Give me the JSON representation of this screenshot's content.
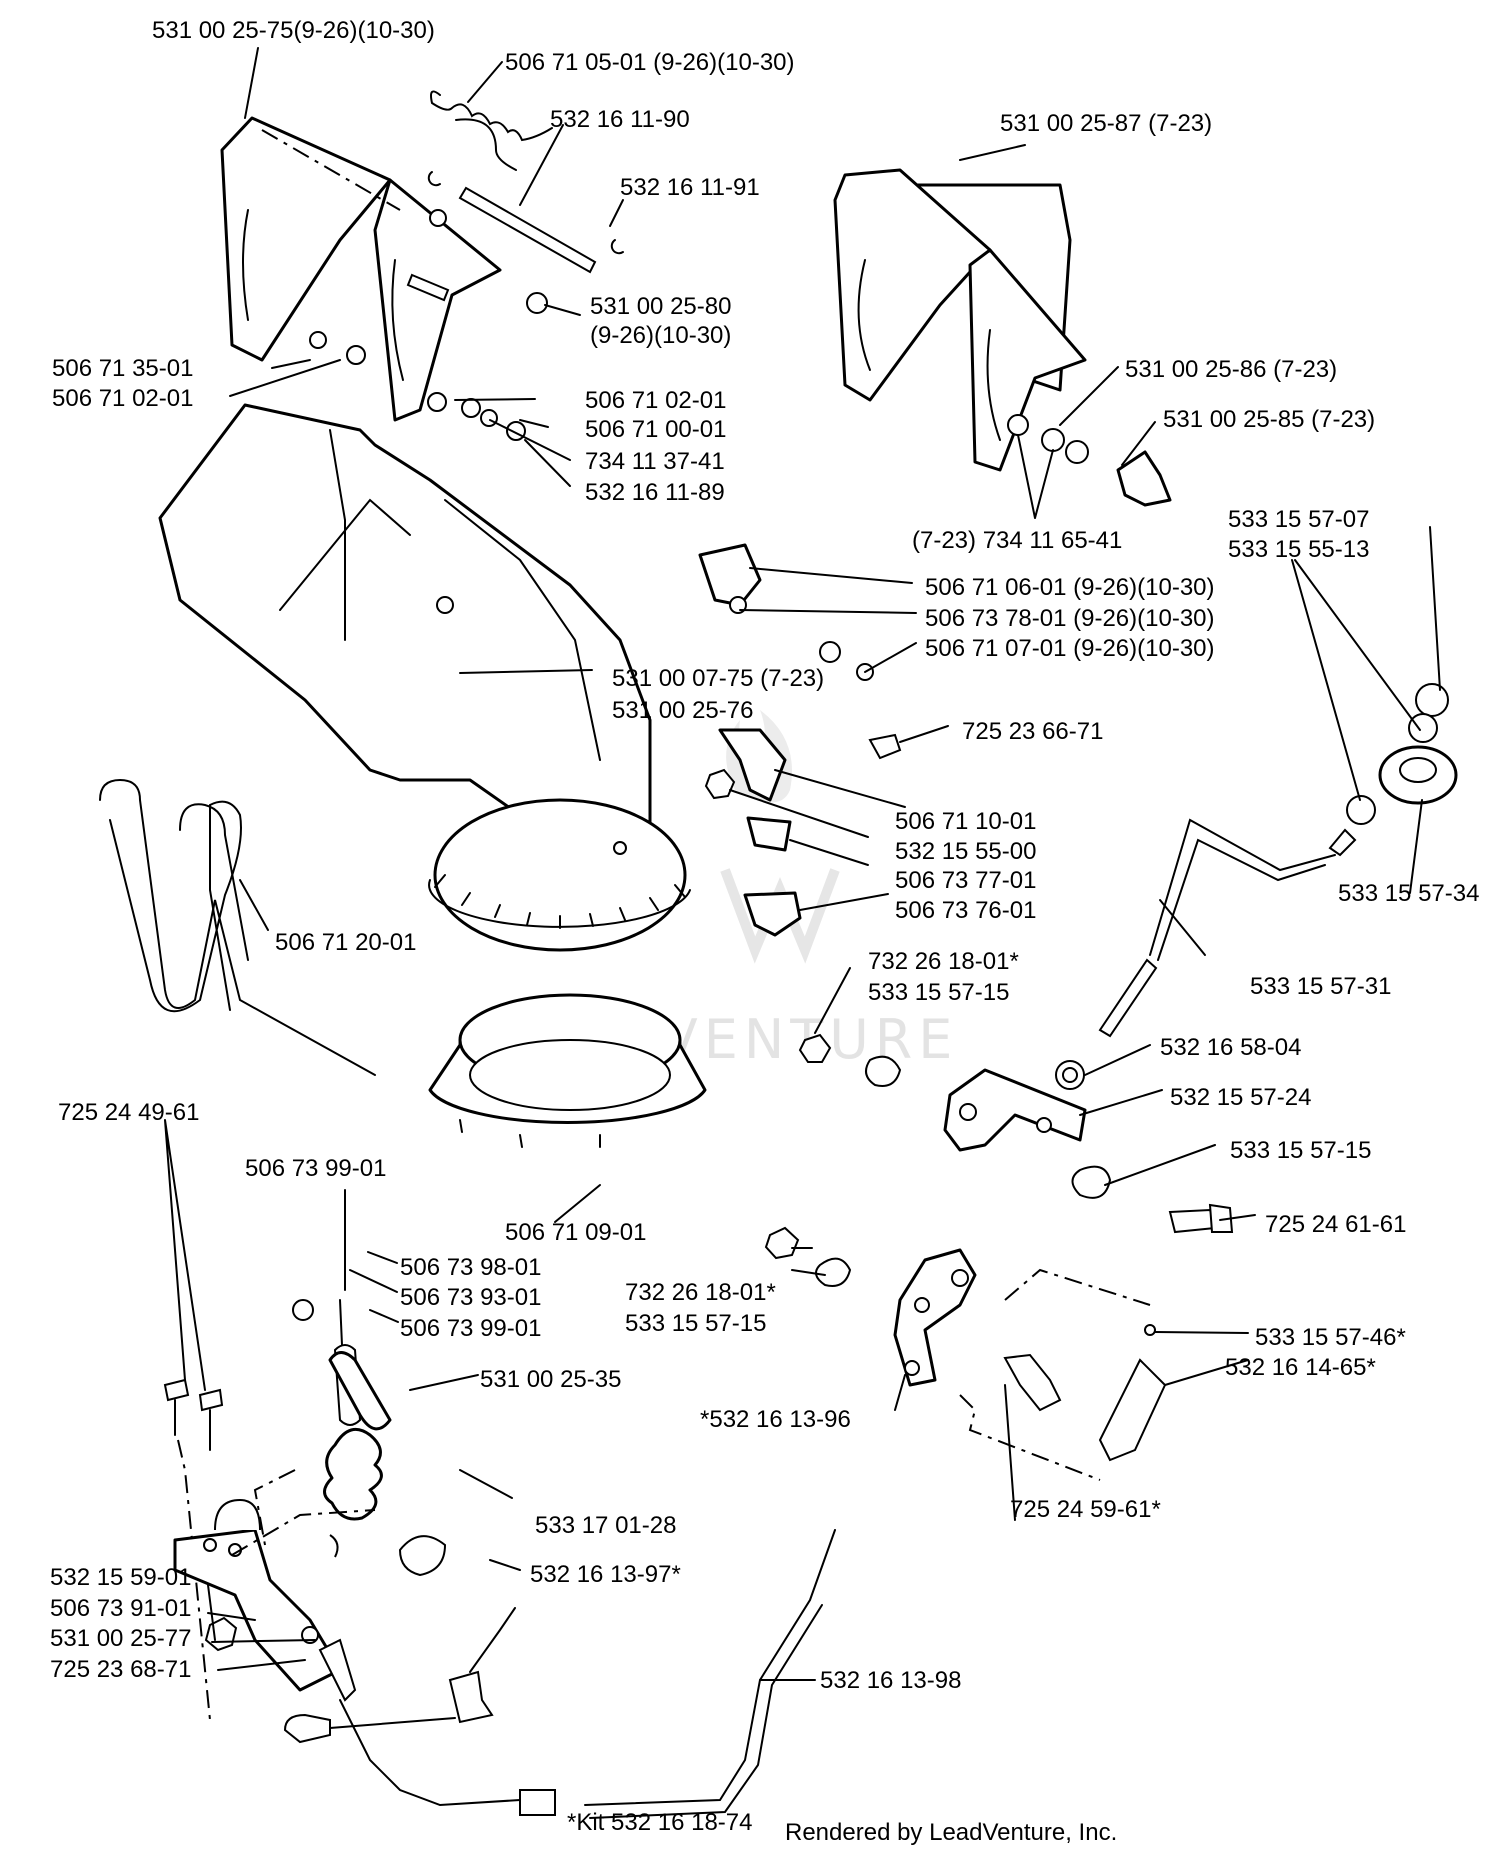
{
  "watermark": {
    "text": "LEADVENTURE"
  },
  "footer": {
    "kit_note": "*Kit  532 16 18-74",
    "credit": "Rendered by LeadVenture, Inc."
  },
  "labels": {
    "l01": "531 00 25-75(9-26)(10-30)",
    "l02": "506 71 05-01 (9-26)(10-30)",
    "l03": "532 16 11-90",
    "l04": "532 16 11-91",
    "l05": "531 00 25-87 (7-23)",
    "l06": "531 00 25-80",
    "l07": "(9-26)(10-30)",
    "l08": "506 71 35-01",
    "l09": "506 71 02-01",
    "l10": "506 71 02-01",
    "l11": "506 71 00-01",
    "l12": "734 11 37-41",
    "l13": "532 16 11-89",
    "l14": "531 00 25-86 (7-23)",
    "l15": "531 00 25-85 (7-23)",
    "l16": "(7-23) 734 11 65-41",
    "l17": "533 15 57-07",
    "l18": "533 15 55-13",
    "l19": "506 71 06-01 (9-26)(10-30)",
    "l20": "506 73 78-01 (9-26)(10-30)",
    "l21": "506 71 07-01 (9-26)(10-30)",
    "l22": "531 00 07-75 (7-23)",
    "l23": "531 00 25-76",
    "l24": "725 23 66-71",
    "l25": "506 71 10-01",
    "l26": "532 15 55-00",
    "l27": "506 73 77-01",
    "l28": "506 73 76-01",
    "l29": "533  15 57-34",
    "l30": "506 71 20-01",
    "l31": "732 26 18-01*",
    "l32": "533 15 57-15",
    "l33": "533 15 57-31",
    "l34": "532 16 58-04",
    "l35": "532 15 57-24",
    "l36": "533 15 57-15",
    "l37": "725 24 61-61",
    "l38": "725 24 49-61",
    "l39": "506 73 99-01",
    "l40": "506 73 98-01",
    "l41": "506 73 93-01",
    "l42": "506 73 99-01",
    "l43": "506 71 09-01",
    "l44": "732 26 18-01*",
    "l45": "533 15 57-15",
    "l46": "533 15 57-46*",
    "l47": "532 16 14-65*",
    "l48": "531 00 25-35",
    "l49": "*532 16 13-96",
    "l50": "725 24 59-61*",
    "l51": "533 17 01-28",
    "l52": "532 16 13-97*",
    "l53": "532 15 59-01",
    "l54": "506 73 91-01",
    "l55": "531 00 25-77",
    "l56": "725 23 68-71",
    "l57": "532 16 13-98"
  }
}
